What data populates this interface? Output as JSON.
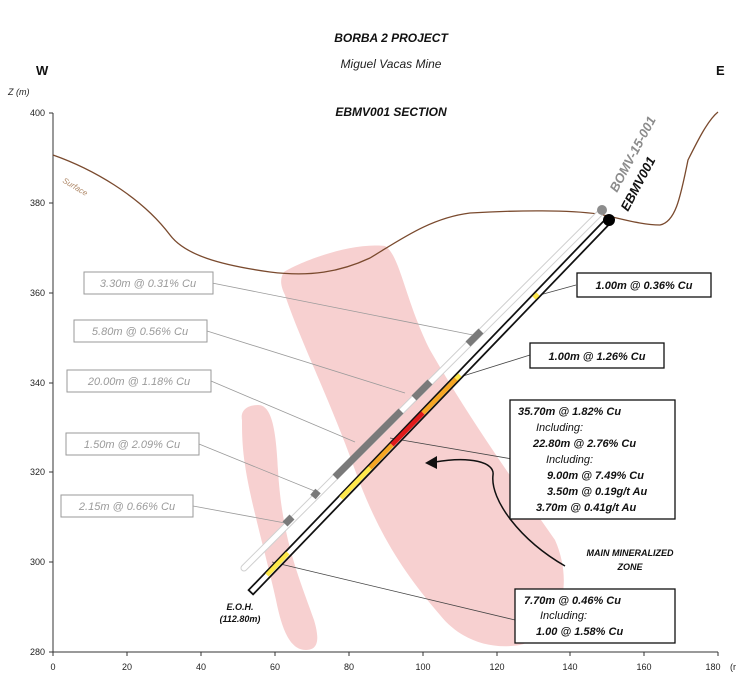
{
  "header": {
    "title": "BORBA 2 PROJECT",
    "subtitle": "Miguel Vacas Mine",
    "section_title": "EBMV001 SECTION",
    "west": "W",
    "east": "E"
  },
  "axes": {
    "ylabel": "Z (m)",
    "y_ticks": [
      "400",
      "380",
      "360",
      "340",
      "320",
      "300",
      "280"
    ],
    "x_ticks": [
      "0",
      "20",
      "40",
      "60",
      "80",
      "100",
      "120",
      "140",
      "160",
      "180"
    ],
    "x_unit_partial": "(r"
  },
  "labels": {
    "surface": "Surface",
    "eoh_line1": "E.O.H.",
    "eoh_line2": "(112.80m)",
    "zone_line1": "MAIN MINERALIZED",
    "zone_line2": "ZONE"
  },
  "holes": {
    "old": "BOMV-15-001",
    "new": "EBMV001"
  },
  "grey_intercepts": [
    "3.30m @ 0.31% Cu",
    "5.80m @ 0.56% Cu",
    "20.00m @ 1.18% Cu",
    "1.50m @ 2.09% Cu",
    "2.15m @ 0.66% Cu"
  ],
  "black_intercepts": {
    "a": "1.00m @ 0.36% Cu",
    "b": "1.00m @ 1.26% Cu",
    "main": [
      "35.70m @ 1.82% Cu",
      "Including:",
      "22.80m @ 2.76% Cu",
      "Including:",
      "9.00m @ 7.49% Cu",
      "3.50m @ 0.19g/t Au",
      "3.70m @ 0.41g/t Au"
    ],
    "bottom": [
      "7.70m @ 0.46% Cu",
      "Including:",
      "1.00 @ 1.58% Cu"
    ]
  },
  "colors": {
    "surface_line": "#7a4a2e",
    "zone_fill": "#f7d0d0",
    "low_grade": "#ffe94a",
    "mid_grade": "#f5a623",
    "high_grade": "#e01b1b",
    "old_hole_intercept": "#7a7a7a"
  }
}
